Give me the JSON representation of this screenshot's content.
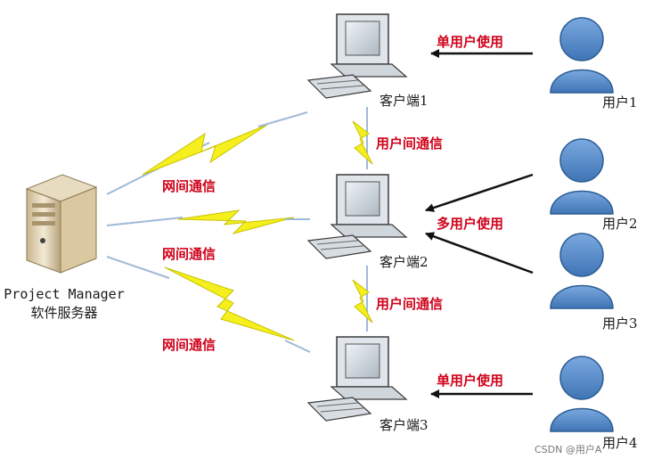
{
  "server": {
    "name": "Project Manager",
    "subtitle": "软件服务器"
  },
  "clients": [
    {
      "label": "客户端1"
    },
    {
      "label": "客户端2"
    },
    {
      "label": "客户端3"
    }
  ],
  "users": [
    {
      "label": "用户1"
    },
    {
      "label": "用户2"
    },
    {
      "label": "用户3"
    },
    {
      "label": "用户4"
    }
  ],
  "links": {
    "network": [
      "网间通信",
      "网间通信",
      "网间通信"
    ],
    "inter_user": [
      "用户间通信",
      "用户间通信"
    ],
    "usage": [
      "单用户使用",
      "多用户使用",
      "单用户使用"
    ]
  },
  "watermark": "CSDN @用户A",
  "colors": {
    "lightning": "#f4ef1d",
    "lightning_stroke": "#c9c200",
    "user_fill": "#4f86c6",
    "user_stroke": "#2b5d94",
    "label_red": "#d0021b"
  }
}
